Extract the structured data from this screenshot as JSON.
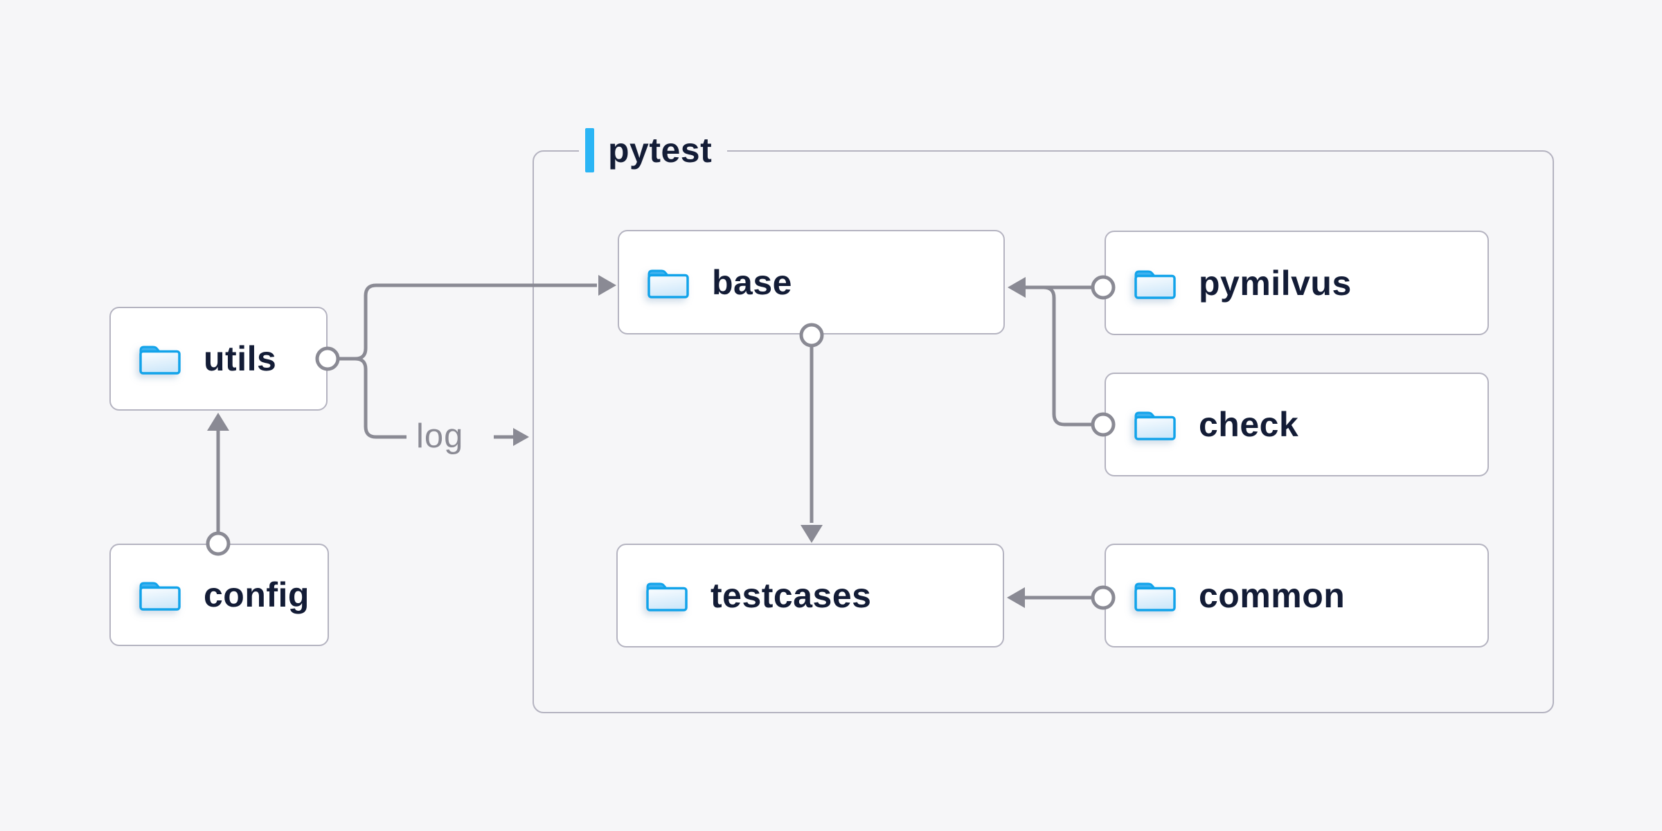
{
  "diagram": {
    "background_color": "#f6f6f8",
    "container": {
      "label": "pytest",
      "accent_color": "#2bb5f5",
      "children": [
        "base",
        "pymilvus",
        "check",
        "testcases",
        "common"
      ]
    },
    "nodes": {
      "utils": {
        "label": "utils",
        "icon": "folder-icon",
        "inside_container": false
      },
      "config": {
        "label": "config",
        "icon": "folder-icon",
        "inside_container": false
      },
      "base": {
        "label": "base",
        "icon": "folder-icon",
        "inside_container": true
      },
      "pymilvus": {
        "label": "pymilvus",
        "icon": "folder-icon",
        "inside_container": true
      },
      "check": {
        "label": "check",
        "icon": "folder-icon",
        "inside_container": true
      },
      "testcases": {
        "label": "testcases",
        "icon": "folder-icon",
        "inside_container": true
      },
      "common": {
        "label": "common",
        "icon": "folder-icon",
        "inside_container": true
      }
    },
    "edges": [
      {
        "from": "config",
        "to": "utils",
        "type": "arrow"
      },
      {
        "from": "utils",
        "to": "base",
        "type": "arrow"
      },
      {
        "from": "utils",
        "to": "log",
        "type": "labeled-arrow",
        "label": "log"
      },
      {
        "from": "pymilvus",
        "to": "base",
        "type": "arrow"
      },
      {
        "from": "check",
        "to": "base",
        "type": "arrow"
      },
      {
        "from": "base",
        "to": "testcases",
        "type": "arrow"
      },
      {
        "from": "common",
        "to": "testcases",
        "type": "arrow"
      }
    ],
    "colors": {
      "node_background": "#ffffff",
      "node_border": "#b4b3c0",
      "node_text": "#131c36",
      "connector": "#8a8a94",
      "accent_blue": "#2bb5f5",
      "folder_stroke": "#12a3ea",
      "folder_tab": "#3fb2f0",
      "folder_body": "#d8ebf9"
    }
  }
}
